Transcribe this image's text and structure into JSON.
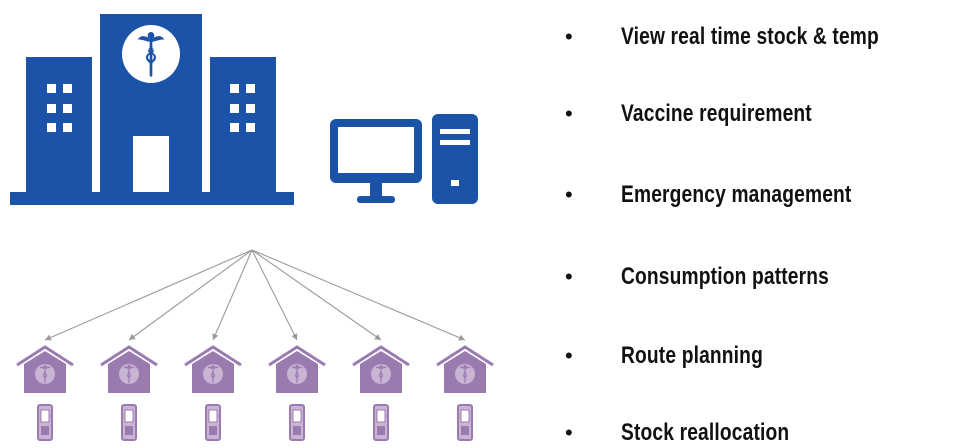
{
  "colors": {
    "hospital_blue": "#1b53a8",
    "clinic_purple": "#9a7bb0",
    "clinic_light": "#c7b5d3",
    "connector_gray": "#9a9a9a",
    "text_dark": "#111111"
  },
  "icons": {
    "central_facility": "hospital-building-icon",
    "central_symbol": "caduceus-icon",
    "computer": "desktop-computer-icon",
    "clinic": "clinic-house-icon",
    "device": "mobile-device-icon"
  },
  "facility_count": 6,
  "features": [
    {
      "bullet": "•",
      "label": "View real time stock & temp"
    },
    {
      "bullet": "•",
      "label": "Vaccine requirement"
    },
    {
      "bullet": "•",
      "label": "Emergency management"
    },
    {
      "bullet": "•",
      "label": "Consumption patterns"
    },
    {
      "bullet": "•",
      "label": "Route planning"
    },
    {
      "bullet": "•",
      "label": "Stock reallocation"
    }
  ]
}
